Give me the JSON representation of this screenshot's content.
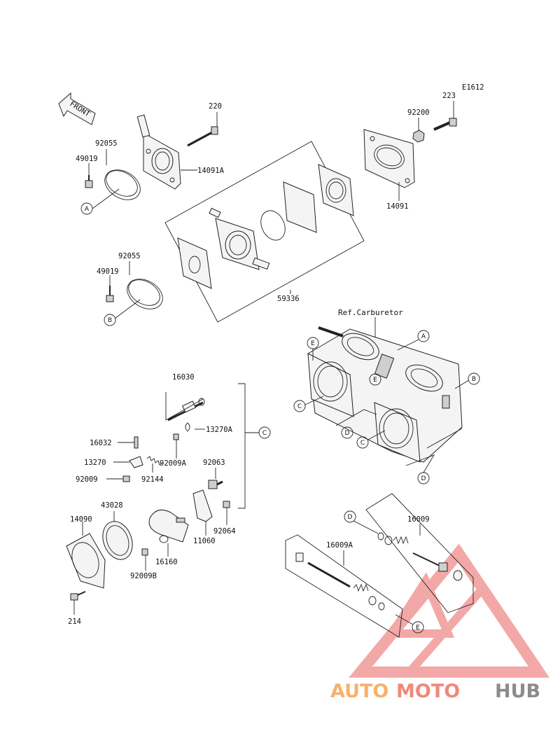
{
  "diagram_code": "E1612",
  "front_label": "FRONT",
  "ref_label": "Ref.Carburetor",
  "parts": {
    "p220": "220",
    "p223": "223",
    "p92200": "92200",
    "p92055a": "92055",
    "p49019a": "49019",
    "p14091a": "14091A",
    "p14091": "14091",
    "p92055b": "92055",
    "p49019b": "49019",
    "p59336": "59336",
    "p16030": "16030",
    "p13270a": "13270A",
    "p16032": "16032",
    "p92009a": "92009A",
    "p13270": "13270",
    "p92144": "92144",
    "p92009": "92009",
    "p92063": "92063",
    "p43028": "43028",
    "p14090": "14090",
    "p11060": "11060",
    "p92064": "92064",
    "p16160": "16160",
    "p92009b": "92009B",
    "p214": "214",
    "p16009": "16009",
    "p16009a": "16009A"
  },
  "callouts": {
    "a1": "A",
    "b1": "B",
    "a2": "A",
    "b2": "B",
    "c1": "C",
    "c2": "C",
    "c3": "C",
    "d1": "D",
    "d2": "D",
    "d3": "D",
    "e1": "E",
    "e2": "E",
    "e3": "E"
  },
  "watermark": {
    "part1": "AUTO",
    "part2": "MOTO",
    "part3": "HUB"
  }
}
